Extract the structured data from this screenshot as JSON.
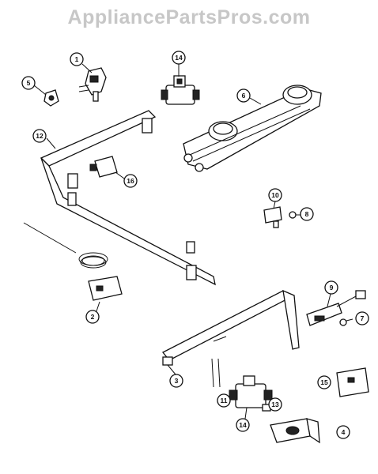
{
  "watermark": "AppliancePartsPros.com",
  "callouts": [
    {
      "id": "c1",
      "label": "1"
    },
    {
      "id": "c2",
      "label": "2"
    },
    {
      "id": "c3",
      "label": "3"
    },
    {
      "id": "c4",
      "label": "4"
    },
    {
      "id": "c5",
      "label": "5"
    },
    {
      "id": "c6",
      "label": "6"
    },
    {
      "id": "c7",
      "label": "7"
    },
    {
      "id": "c8",
      "label": "8"
    },
    {
      "id": "c9",
      "label": "9"
    },
    {
      "id": "c10",
      "label": "10"
    },
    {
      "id": "c11",
      "label": "11"
    },
    {
      "id": "c12",
      "label": "12"
    },
    {
      "id": "c13",
      "label": "13"
    },
    {
      "id": "c14a",
      "label": "14"
    },
    {
      "id": "c14b",
      "label": "14"
    },
    {
      "id": "c15",
      "label": "15"
    },
    {
      "id": "c16",
      "label": "16"
    }
  ]
}
